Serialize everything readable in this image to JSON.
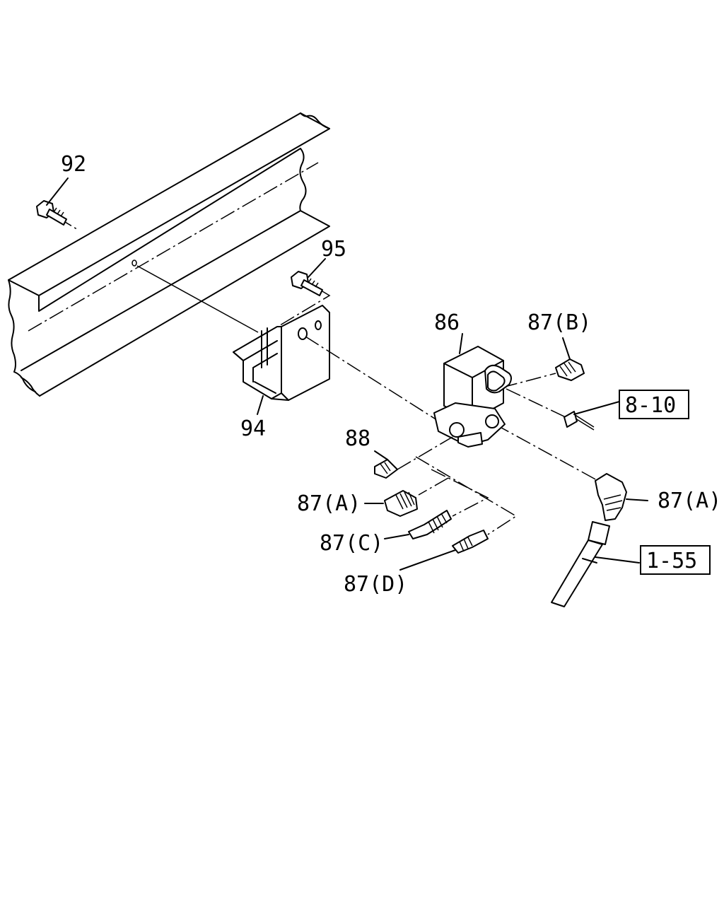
{
  "callouts": {
    "p92": "92",
    "p95": "95",
    "p94": "94",
    "p86": "86",
    "p87b": "87(B)",
    "p88": "88",
    "p87a_left": "87(A)",
    "p87a_right": "87(A)",
    "p87c": "87(C)",
    "p87d": "87(D)"
  },
  "references": {
    "ref_8_10": "8-10",
    "ref_1_55": "1-55"
  }
}
